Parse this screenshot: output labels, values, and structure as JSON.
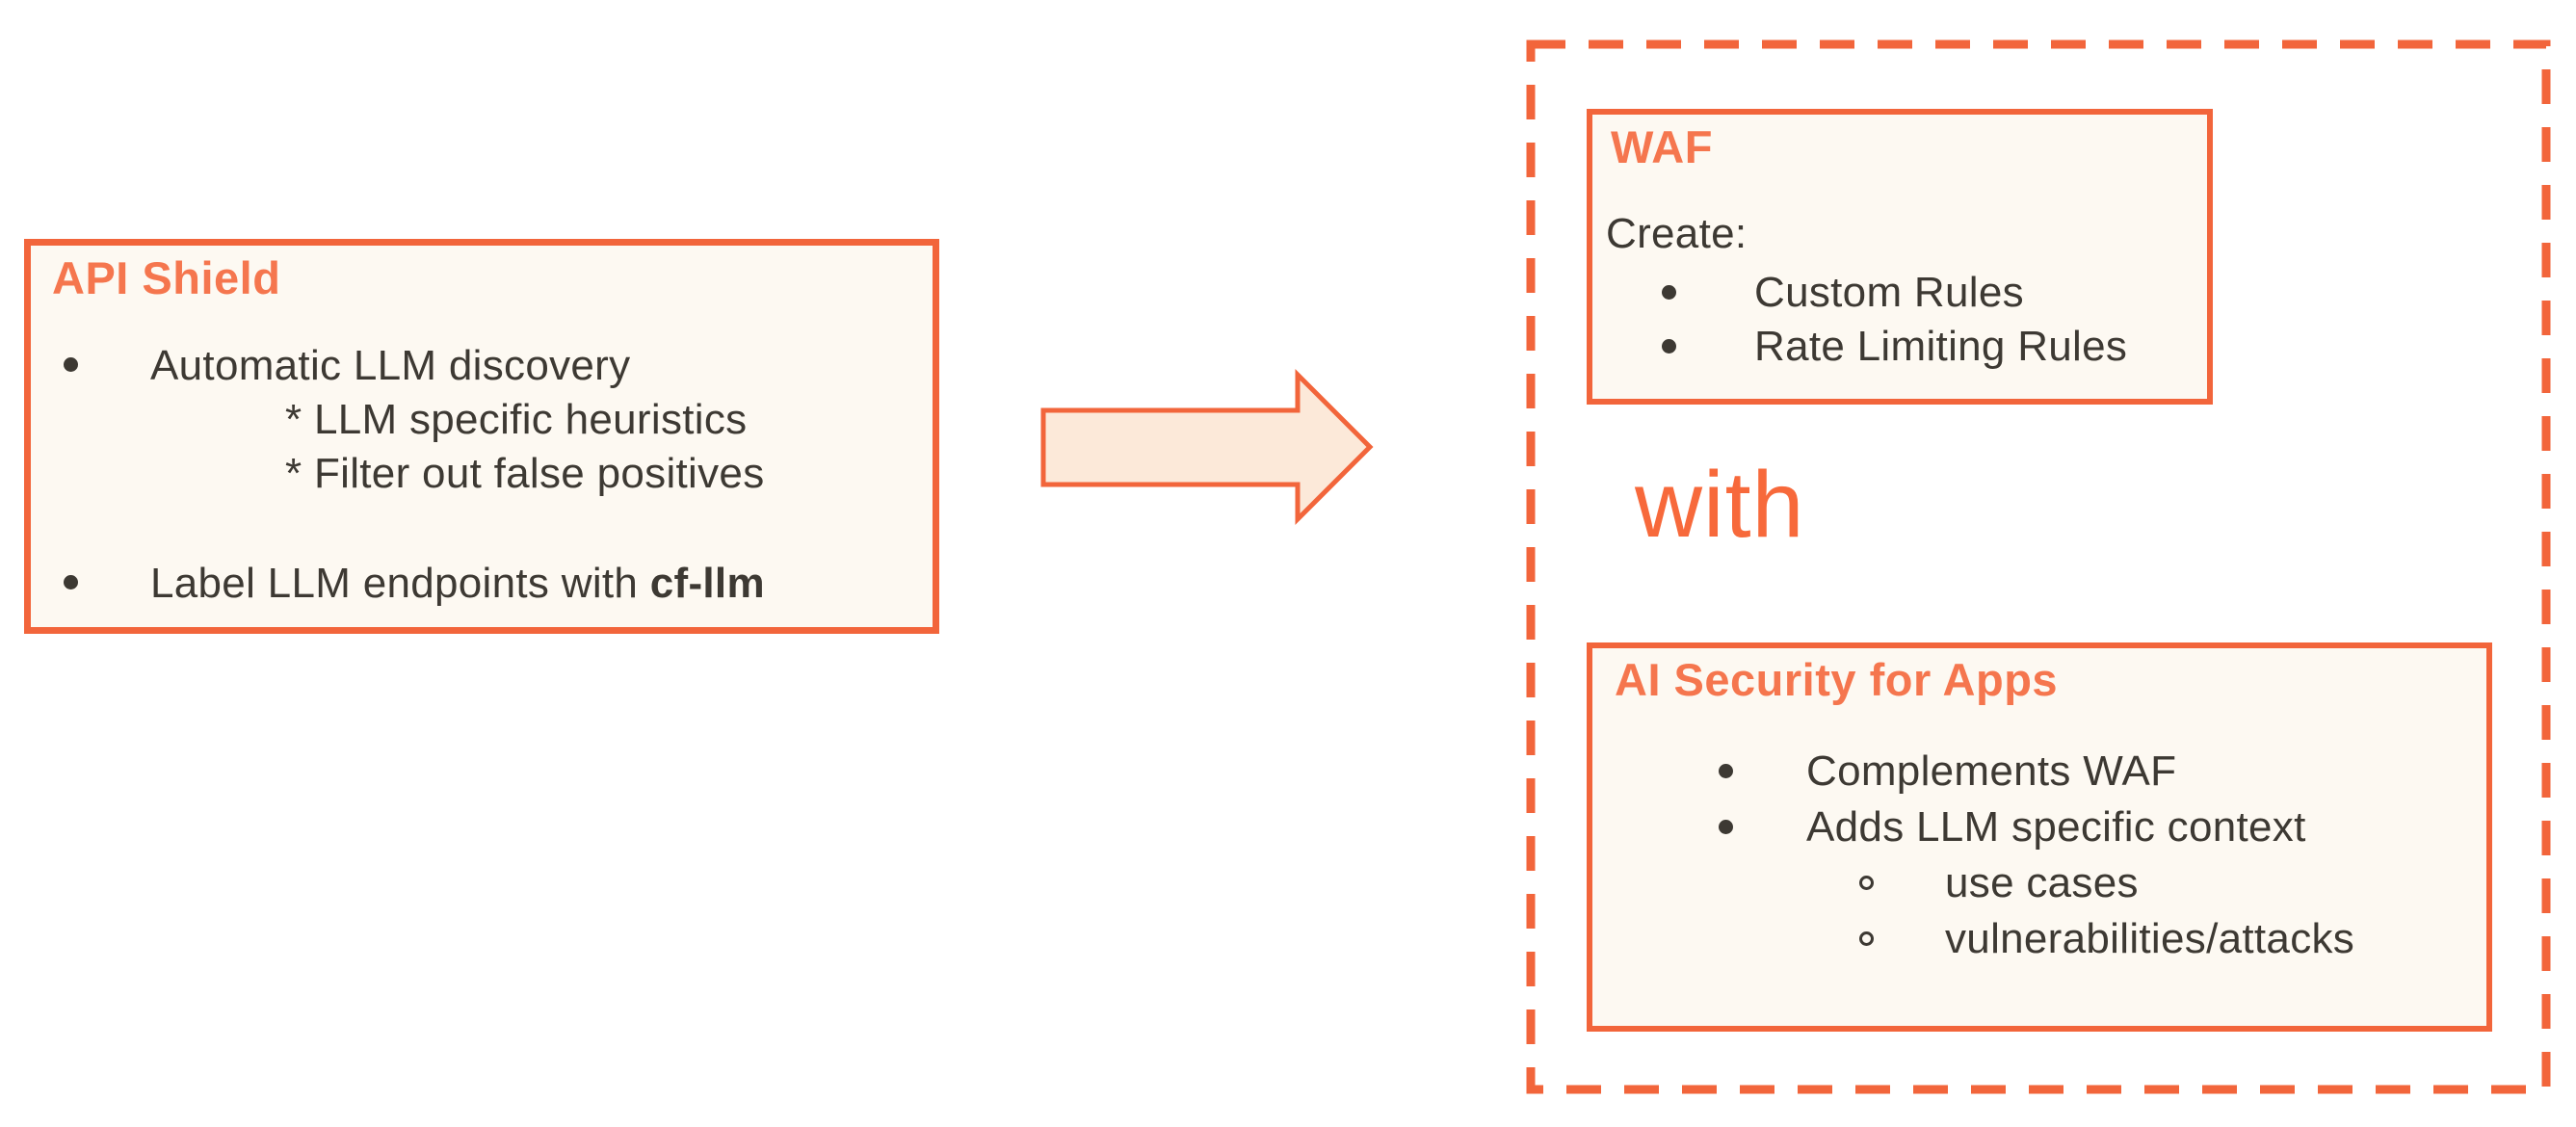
{
  "colors": {
    "border_orange": "#F2653B",
    "heading_orange": "#F5764E",
    "connector_text_orange": "#F7693B",
    "box_background": "#FDF9F2",
    "arrow_fill": "#FCE9D9",
    "body_text": "#3D3933",
    "page_background": "#FFFFFF"
  },
  "api_shield_box": {
    "title": "API Shield",
    "bullet_1": "Automatic LLM discovery",
    "sub_1": "* LLM specific heuristics",
    "sub_2": "* Filter out false positives",
    "bullet_2_prefix": "Label LLM endpoints with ",
    "bullet_2_bold": "cf-llm"
  },
  "connector_label": "with",
  "waf_box": {
    "title": "WAF",
    "intro": "Create:",
    "bullet_1": "Custom Rules",
    "bullet_2": "Rate Limiting Rules"
  },
  "ai_security_box": {
    "title": "AI Security for Apps",
    "bullet_1": "Complements WAF",
    "bullet_2": "Adds LLM specific context",
    "sub_1": "use cases",
    "sub_2": "vulnerabilities/attacks"
  }
}
